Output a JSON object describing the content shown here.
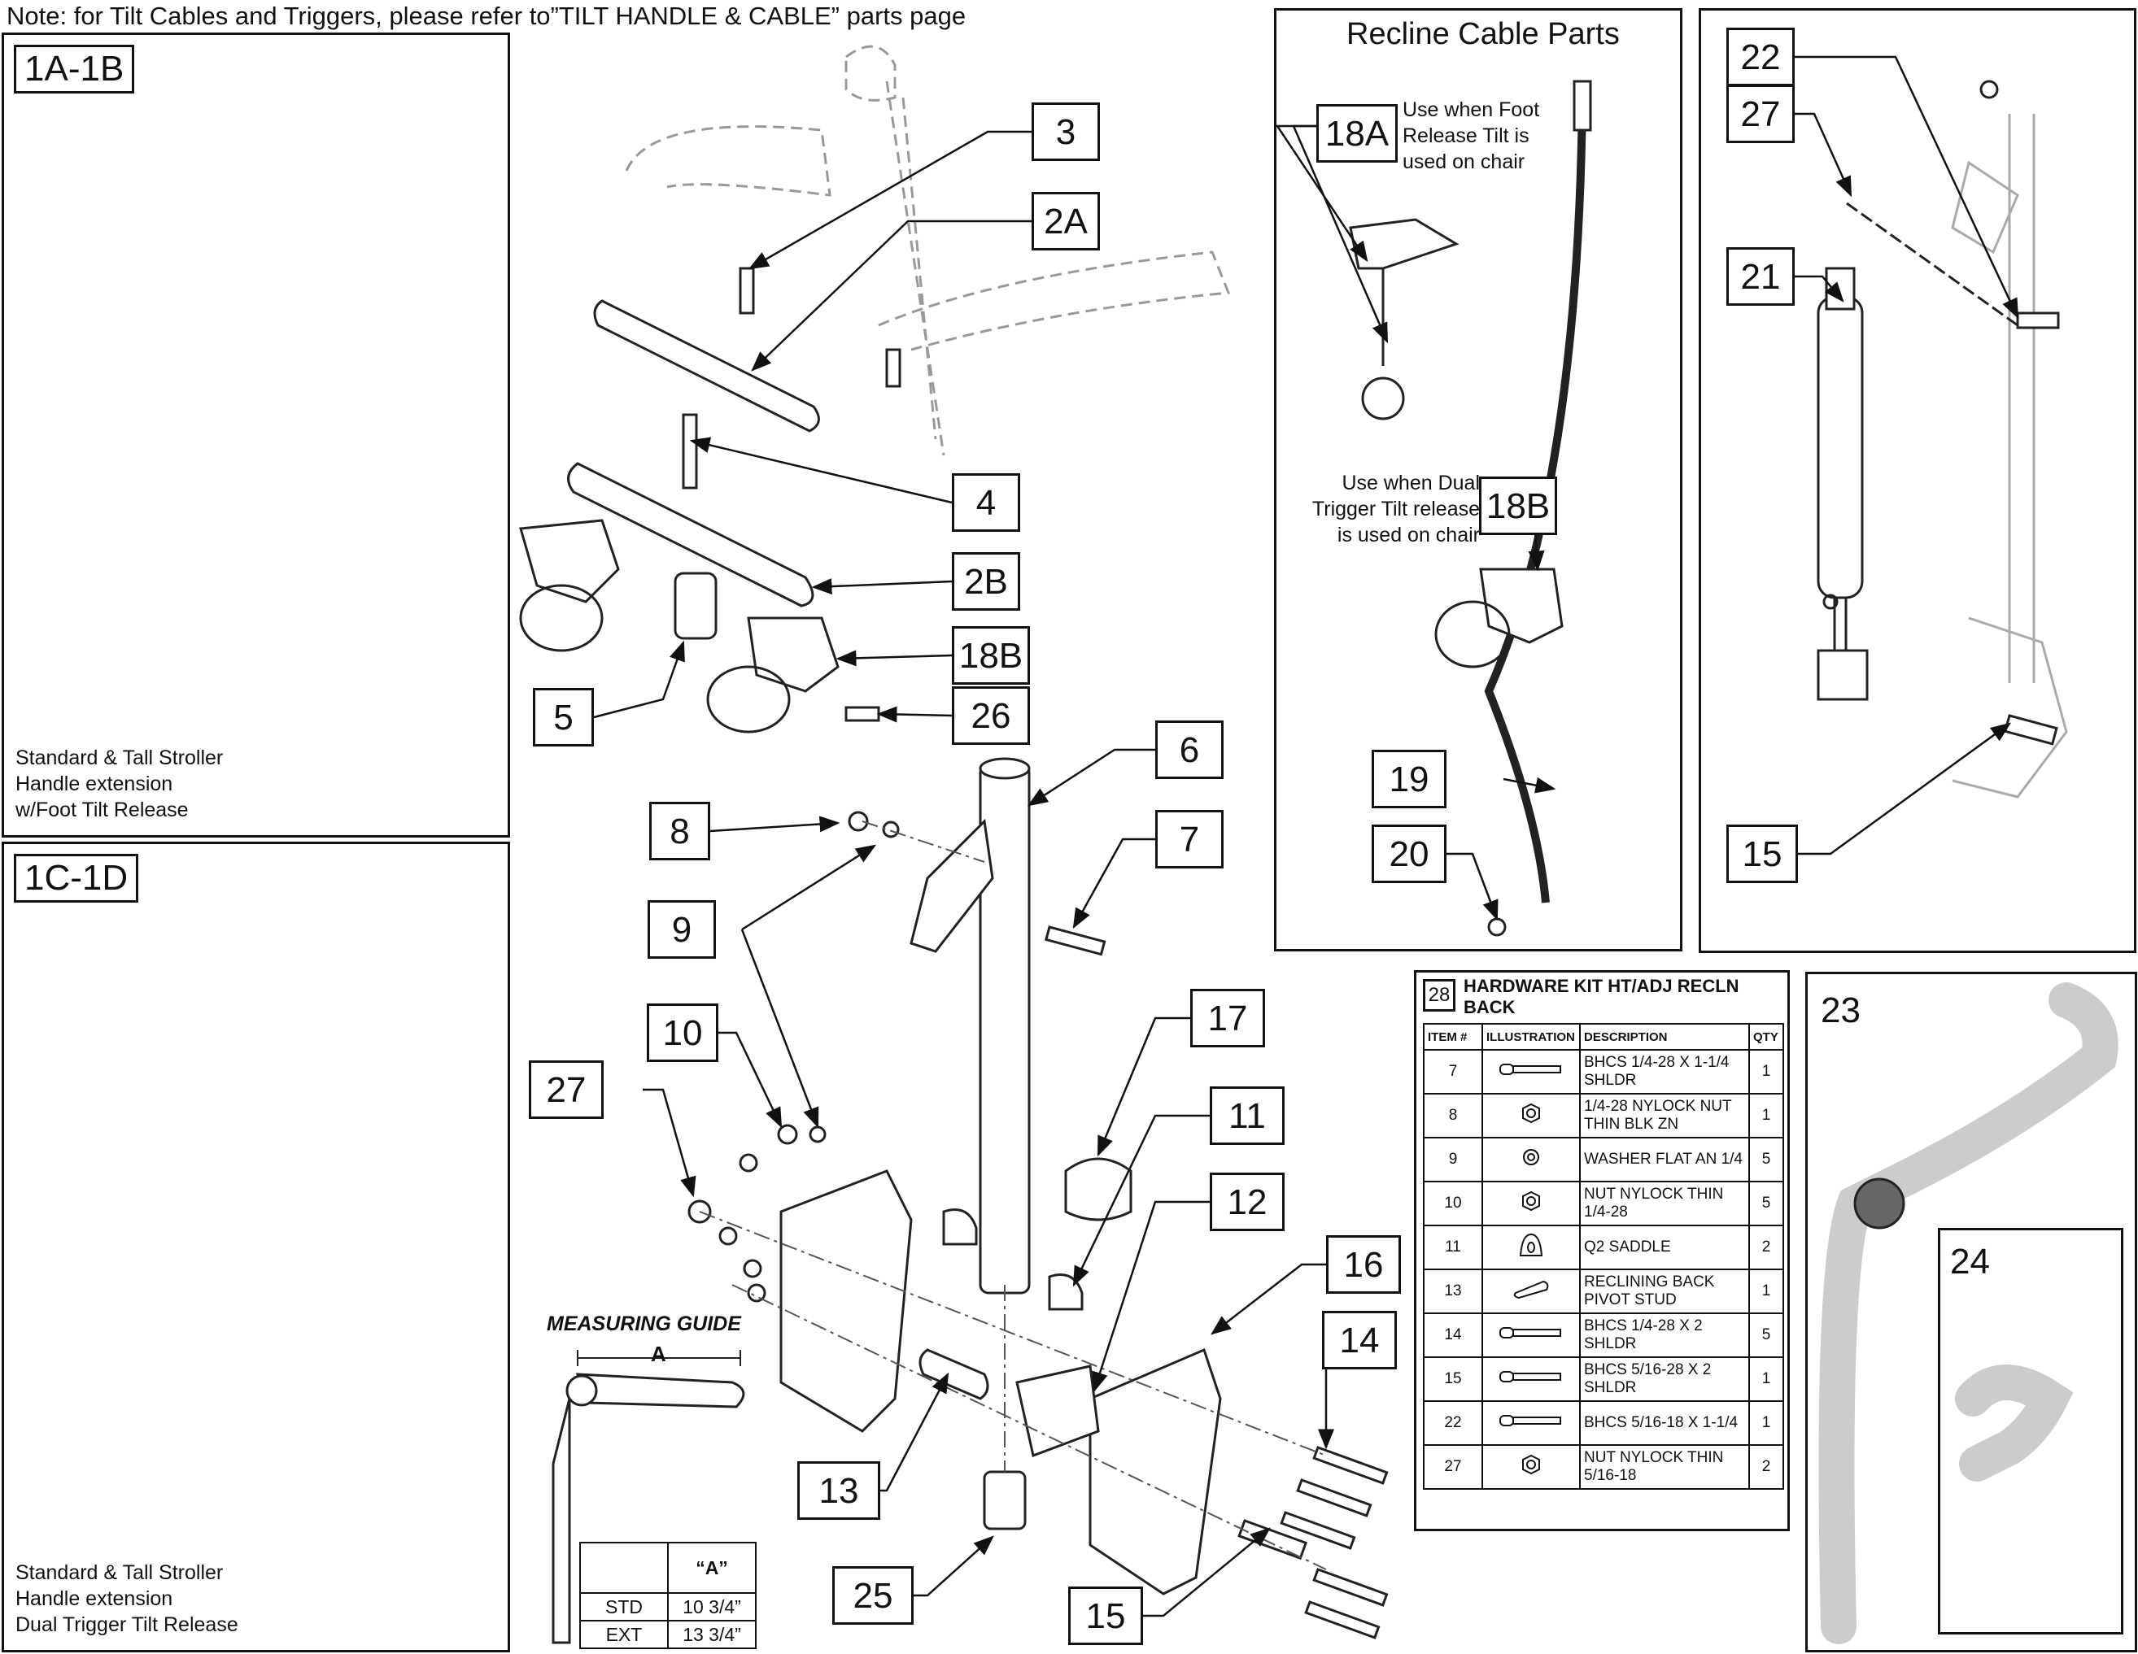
{
  "note": "Note: for Tilt Cables and Triggers, please refer to”TILT HANDLE & CABLE” parts page",
  "panels": {
    "p1a": {
      "tag": "1A-1B",
      "caption": [
        "Standard & Tall Stroller",
        "Handle extension",
        "w/Foot Tilt Release"
      ]
    },
    "p1c": {
      "tag": "1C-1D",
      "caption": [
        "Standard & Tall Stroller",
        "Handle extension",
        "Dual Trigger Tilt Release"
      ]
    },
    "recline": {
      "title": "Recline Cable Parts",
      "note18a": [
        "Use when Foot",
        "Release Tilt is",
        "used on chair"
      ],
      "note18b": [
        "Use when Dual",
        "Trigger Tilt release",
        "is used on chair"
      ]
    },
    "p23": {
      "tag": "23"
    },
    "p24": {
      "tag": "24"
    }
  },
  "callouts": {
    "c3": "3",
    "c2a": "2A",
    "c4": "4",
    "c2b": "2B",
    "c18b": "18B",
    "c5": "5",
    "c26": "26",
    "c6": "6",
    "c8": "8",
    "c7": "7",
    "c9": "9",
    "c10": "10",
    "c17": "17",
    "c27": "27",
    "c11": "11",
    "c12": "12",
    "c16": "16",
    "c14": "14",
    "c13": "13",
    "c25": "25",
    "c15": "15",
    "r18a": "18A",
    "r18b": "18B",
    "r19": "19",
    "r20": "20",
    "g22": "22",
    "g27": "27",
    "g21": "21",
    "g15": "15"
  },
  "measuring_guide": {
    "title": "MEASURING GUIDE",
    "dimension": "A",
    "table": {
      "header": "“A”",
      "rows": [
        {
          "size": "STD",
          "value": "10 3/4”"
        },
        {
          "size": "EXT",
          "value": "13 3/4”"
        }
      ]
    }
  },
  "hardware_kit": {
    "number": "28",
    "title": "HARDWARE KIT HT/ADJ RECLN BACK",
    "columns": [
      "ITEM #",
      "ILLUSTRATION",
      "DESCRIPTION",
      "QTY"
    ],
    "rows": [
      {
        "item": "7",
        "icon": "bolt-icon",
        "desc": "BHCS 1/4-28 X 1-1/4 SHLDR",
        "qty": "1"
      },
      {
        "item": "8",
        "icon": "nut-icon",
        "desc": "1/4-28 NYLOCK NUT THIN BLK ZN",
        "qty": "1"
      },
      {
        "item": "9",
        "icon": "washer-icon",
        "desc": "WASHER FLAT AN 1/4",
        "qty": "5"
      },
      {
        "item": "10",
        "icon": "nut-icon",
        "desc": "NUT NYLOCK THIN 1/4-28",
        "qty": "5"
      },
      {
        "item": "11",
        "icon": "saddle-icon",
        "desc": "Q2 SADDLE",
        "qty": "2"
      },
      {
        "item": "13",
        "icon": "stud-icon",
        "desc": "RECLINING BACK PIVOT STUD",
        "qty": "1"
      },
      {
        "item": "14",
        "icon": "bolt-icon",
        "desc": "BHCS 1/4-28 X 2 SHLDR",
        "qty": "5"
      },
      {
        "item": "15",
        "icon": "bolt-icon",
        "desc": "BHCS 5/16-28 X 2 SHLDR",
        "qty": "1"
      },
      {
        "item": "22",
        "icon": "bolt-icon",
        "desc": "BHCS 5/16-18 X 1-1/4",
        "qty": "1"
      },
      {
        "item": "27",
        "icon": "nut-icon",
        "desc": "NUT NYLOCK THIN 5/16-18",
        "qty": "2"
      }
    ]
  }
}
